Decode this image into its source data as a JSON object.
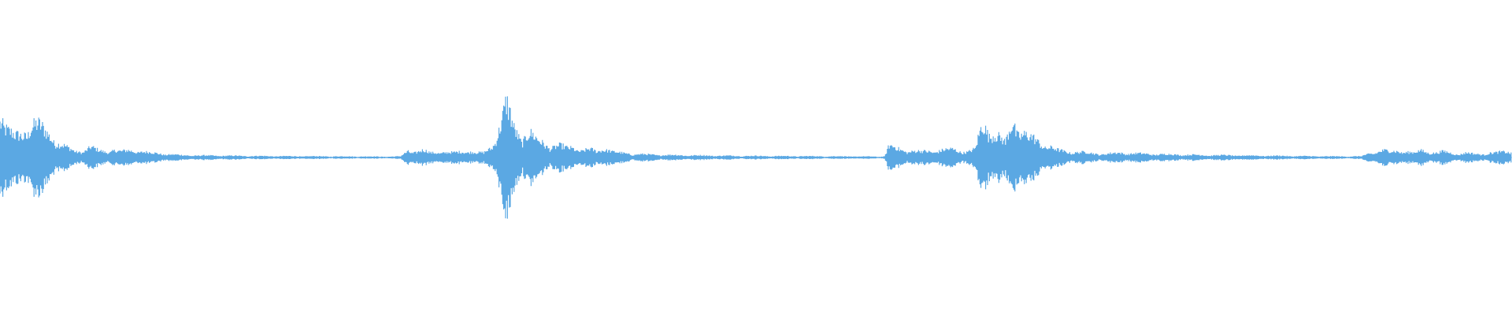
{
  "waveform": {
    "color": "#5BA8E3",
    "envelope": [
      [
        0.0,
        0.45
      ],
      [
        0.003,
        0.28
      ],
      [
        0.006,
        0.22
      ],
      [
        0.01,
        0.18
      ],
      [
        0.015,
        0.2
      ],
      [
        0.02,
        0.3
      ],
      [
        0.025,
        0.28
      ],
      [
        0.03,
        0.22
      ],
      [
        0.035,
        0.18
      ],
      [
        0.04,
        0.12
      ],
      [
        0.045,
        0.08
      ],
      [
        0.05,
        0.05
      ],
      [
        0.055,
        0.06
      ],
      [
        0.06,
        0.09
      ],
      [
        0.065,
        0.06
      ],
      [
        0.07,
        0.05
      ],
      [
        0.075,
        0.07
      ],
      [
        0.08,
        0.05
      ],
      [
        0.085,
        0.06
      ],
      [
        0.09,
        0.06
      ],
      [
        0.095,
        0.05
      ],
      [
        0.1,
        0.04
      ],
      [
        0.11,
        0.03
      ],
      [
        0.12,
        0.02
      ],
      [
        0.13,
        0.018
      ],
      [
        0.15,
        0.015
      ],
      [
        0.18,
        0.012
      ],
      [
        0.22,
        0.01
      ],
      [
        0.26,
        0.008
      ],
      [
        0.265,
        0.01
      ],
      [
        0.27,
        0.06
      ],
      [
        0.275,
        0.05
      ],
      [
        0.28,
        0.06
      ],
      [
        0.285,
        0.04
      ],
      [
        0.29,
        0.05
      ],
      [
        0.3,
        0.04
      ],
      [
        0.31,
        0.06
      ],
      [
        0.315,
        0.04
      ],
      [
        0.32,
        0.04
      ],
      [
        0.325,
        0.09
      ],
      [
        0.33,
        0.26
      ],
      [
        0.335,
        0.45
      ],
      [
        0.34,
        0.25
      ],
      [
        0.345,
        0.18
      ],
      [
        0.35,
        0.22
      ],
      [
        0.355,
        0.15
      ],
      [
        0.36,
        0.12
      ],
      [
        0.365,
        0.1
      ],
      [
        0.37,
        0.1
      ],
      [
        0.375,
        0.08
      ],
      [
        0.38,
        0.09
      ],
      [
        0.385,
        0.06
      ],
      [
        0.39,
        0.07
      ],
      [
        0.395,
        0.05
      ],
      [
        0.4,
        0.09
      ],
      [
        0.405,
        0.05
      ],
      [
        0.41,
        0.04
      ],
      [
        0.42,
        0.03
      ],
      [
        0.43,
        0.025
      ],
      [
        0.45,
        0.02
      ],
      [
        0.48,
        0.015
      ],
      [
        0.52,
        0.012
      ],
      [
        0.56,
        0.01
      ],
      [
        0.58,
        0.008
      ],
      [
        0.585,
        0.01
      ],
      [
        0.588,
        0.1
      ],
      [
        0.595,
        0.07
      ],
      [
        0.6,
        0.06
      ],
      [
        0.61,
        0.05
      ],
      [
        0.62,
        0.06
      ],
      [
        0.63,
        0.07
      ],
      [
        0.64,
        0.05
      ],
      [
        0.645,
        0.07
      ],
      [
        0.65,
        0.3
      ],
      [
        0.655,
        0.25
      ],
      [
        0.66,
        0.18
      ],
      [
        0.665,
        0.12
      ],
      [
        0.67,
        0.35
      ],
      [
        0.675,
        0.22
      ],
      [
        0.68,
        0.18
      ],
      [
        0.685,
        0.15
      ],
      [
        0.69,
        0.12
      ],
      [
        0.695,
        0.09
      ],
      [
        0.7,
        0.06
      ],
      [
        0.705,
        0.05
      ],
      [
        0.71,
        0.05
      ],
      [
        0.72,
        0.04
      ],
      [
        0.73,
        0.03
      ],
      [
        0.74,
        0.04
      ],
      [
        0.76,
        0.03
      ],
      [
        0.78,
        0.025
      ],
      [
        0.8,
        0.02
      ],
      [
        0.82,
        0.018
      ],
      [
        0.84,
        0.015
      ],
      [
        0.86,
        0.012
      ],
      [
        0.88,
        0.01
      ],
      [
        0.9,
        0.01
      ],
      [
        0.905,
        0.03
      ],
      [
        0.91,
        0.05
      ],
      [
        0.915,
        0.06
      ],
      [
        0.92,
        0.05
      ],
      [
        0.925,
        0.06
      ],
      [
        0.93,
        0.05
      ],
      [
        0.935,
        0.04
      ],
      [
        0.94,
        0.06
      ],
      [
        0.945,
        0.05
      ],
      [
        0.95,
        0.04
      ],
      [
        0.955,
        0.05
      ],
      [
        0.96,
        0.04
      ],
      [
        0.965,
        0.03
      ],
      [
        0.97,
        0.04
      ],
      [
        0.975,
        0.03
      ],
      [
        0.98,
        0.03
      ],
      [
        0.985,
        0.04
      ],
      [
        0.99,
        0.04
      ],
      [
        0.995,
        0.05
      ],
      [
        1.0,
        0.05
      ]
    ]
  }
}
